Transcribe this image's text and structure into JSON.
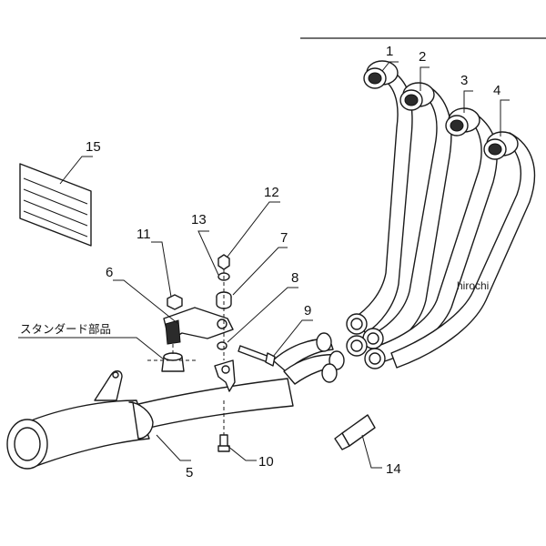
{
  "callouts": {
    "c1": "1",
    "c2": "2",
    "c3": "3",
    "c4": "4",
    "c5": "5",
    "c6": "6",
    "c7": "7",
    "c8": "8",
    "c9": "9",
    "c10": "10",
    "c11": "11",
    "c12": "12",
    "c13": "13",
    "c14": "14",
    "c15": "15"
  },
  "standard_parts_label": "スタンダード部品",
  "watermark": "hirochi",
  "colors": {
    "line": "#1a1a1a",
    "background": "#ffffff"
  }
}
